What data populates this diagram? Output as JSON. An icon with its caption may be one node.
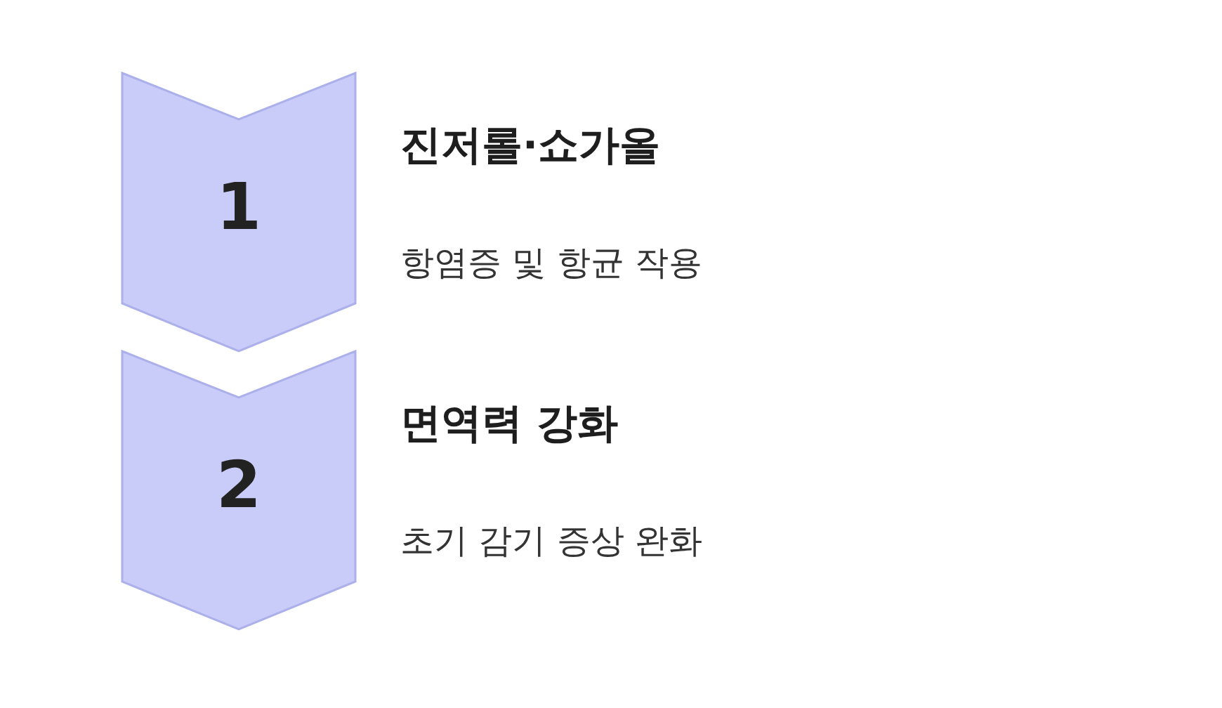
{
  "diagram": {
    "nodes": [
      {
        "text": [
          "1"
        ],
        "beside": [
          "진저롤·쇼가올",
          "항염증 및 항균 작용"
        ]
      },
      {
        "text": [
          "2"
        ],
        "beside": [
          "면역력 강화",
          "초기 감기 증상 완화"
        ]
      }
    ]
  }
}
